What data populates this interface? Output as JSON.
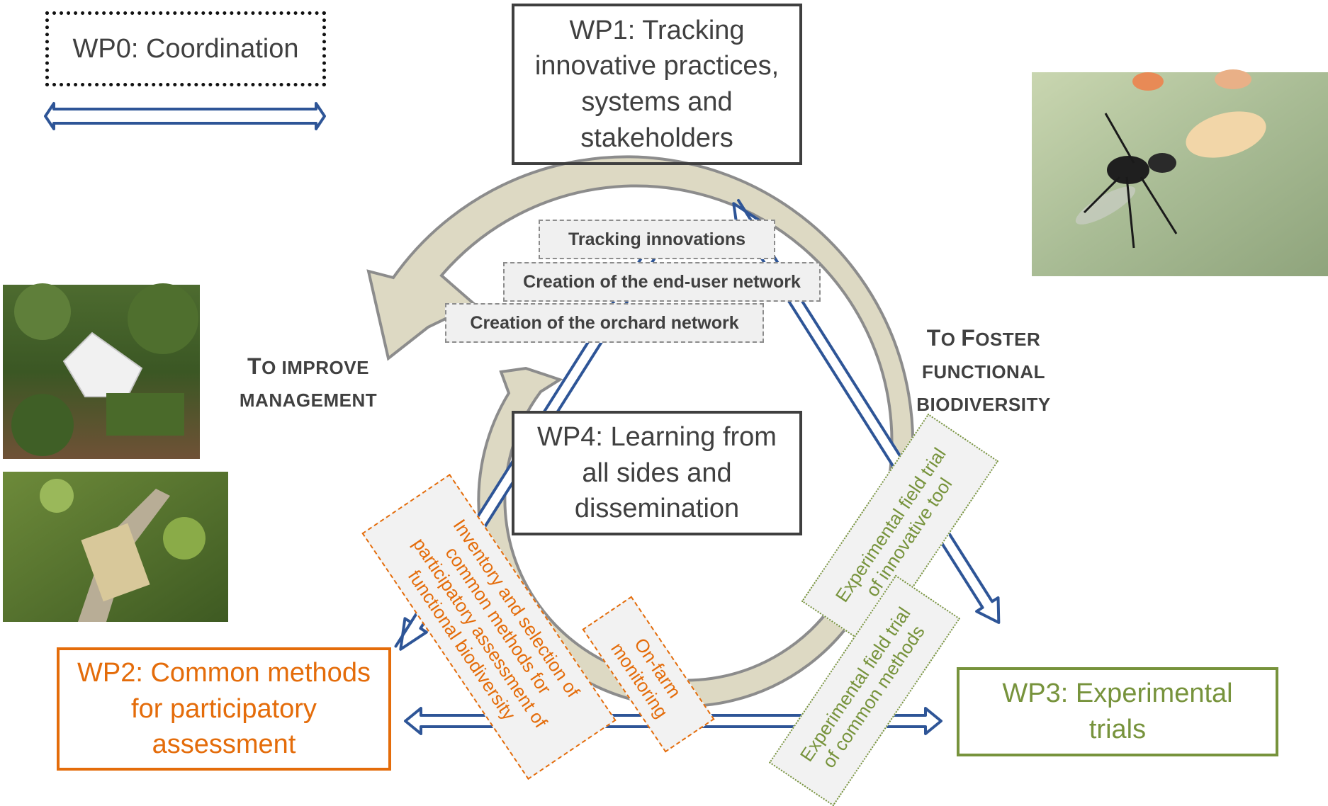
{
  "boxes": {
    "wp0": "WP0: Coordination",
    "wp1": "WP1: Tracking innovative practices, systems and stakeholders",
    "wp2": "WP2: Common methods for participatory assessment",
    "wp3": "WP3: Experimental trials",
    "wp4": "WP4: Learning from all sides and dissemination"
  },
  "labels": {
    "improve_big": "T",
    "improve_rest": "O IMPROVE",
    "improve_line2": "MANAGEMENT",
    "foster_big1": "T",
    "foster_rest1": "O ",
    "foster_big2": "F",
    "foster_rest2": "OSTER",
    "foster_line2": "FUNCTIONAL",
    "foster_line3": "BIODIVERSITY"
  },
  "tags": {
    "tracking": "Tracking innovations",
    "end_user": "Creation of the end-user network",
    "orchard": "Creation of the orchard network"
  },
  "tasks": {
    "inventory": "Inventory and selection of common methods for participatory assessment of functional biodiversity",
    "monitoring": "On-farm monitoring",
    "field_trial_tool": "Experimental field trial of innovative tool",
    "field_trial_methods": "Experimental field trial of common methods"
  },
  "colors": {
    "arrow_blue": "#2e5597",
    "cycle_fill": "#ddd9c3",
    "cycle_stroke": "#8c8c8c",
    "wp2_orange": "#e46c0a",
    "wp3_green": "#77933c"
  },
  "photos": {
    "top_right": "insect-photo",
    "left_top": "trap-photo",
    "left_bottom": "band-trap-photo"
  }
}
